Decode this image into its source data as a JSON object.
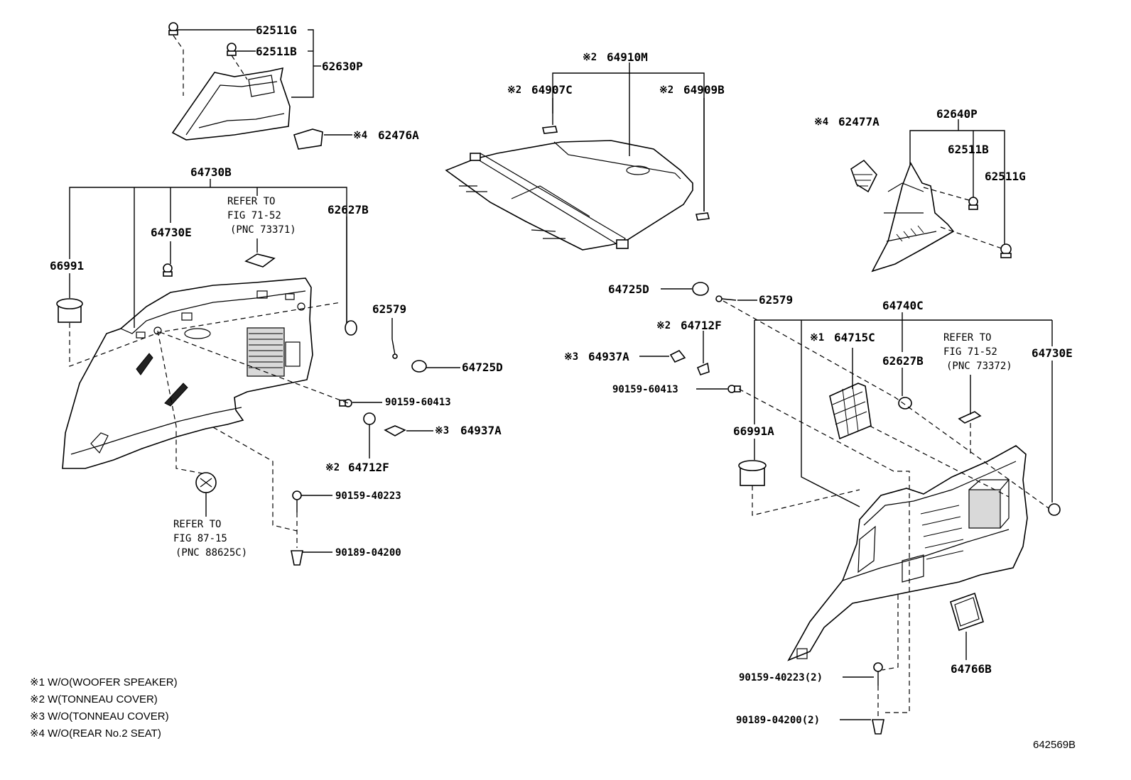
{
  "labels": {
    "p62511g_top": "62511G",
    "p62511b_top": "62511B",
    "p62630p": "62630P",
    "p62476a": "62476A",
    "p64730b": "64730B",
    "p64730e_left": "64730E",
    "p66991": "66991",
    "p62627b_left": "62627B",
    "p62579_left": "62579",
    "p64725d_left": "64725D",
    "p90159_60413_left": "90159-60413",
    "p64937a_left": "64937A",
    "p64712f_left": "64712F",
    "p90159_40223_left": "90159-40223",
    "p90189_04200_left": "90189-04200",
    "p64910m": "64910M",
    "p64907c": "64907C",
    "p64909b": "64909B",
    "p62477a": "62477A",
    "p62640p": "62640P",
    "p62511b_right": "62511B",
    "p62511g_right": "62511G",
    "p64725d_right": "64725D",
    "p62579_right": "62579",
    "p64740c": "64740C",
    "p64712f_right": "64712F",
    "p64715c": "64715C",
    "p64937a_right": "64937A",
    "p90159_60413_right": "90159-60413",
    "p62627b_right": "62627B",
    "p64730e_right": "64730E",
    "p66991a": "66991A",
    "p90159_40223_right": "90159-40223(2)",
    "p90189_04200_right": "90189-04200(2)",
    "p64766b": "64766B"
  },
  "marks": {
    "m1": "※1",
    "m2": "※2",
    "m3": "※3",
    "m4": "※4"
  },
  "refs": {
    "ref_73371": [
      "REFER TO",
      "FIG 71-52",
      "(PNC 73371)"
    ],
    "ref_88625c": [
      "REFER TO",
      "FIG 87-15",
      "(PNC 88625C)"
    ],
    "ref_73372": [
      "REFER TO",
      "FIG 71-52",
      "(PNC 73372)"
    ]
  },
  "legend": [
    "※1 W/O(WOOFER SPEAKER)",
    "※2 W(TONNEAU COVER)",
    "※3 W/O(TONNEAU COVER)",
    "※4 W/O(REAR No.2 SEAT)"
  ],
  "figure_number": "642569B"
}
